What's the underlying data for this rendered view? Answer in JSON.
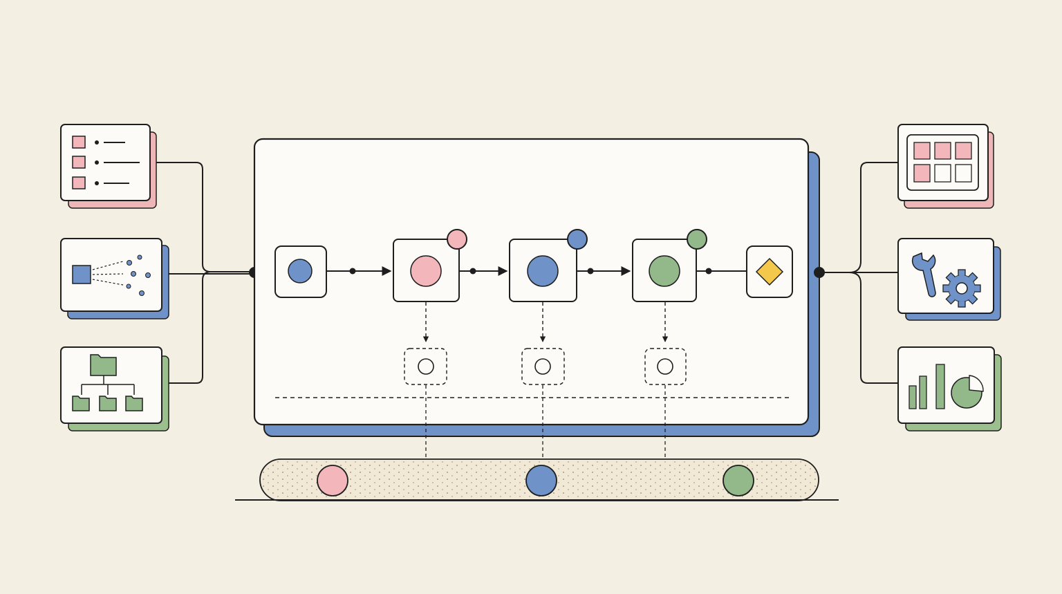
{
  "colors": {
    "background": "#f4efe3",
    "ink": "#1e1e1e",
    "card": "#fcfbf8",
    "pink": "#f2b6bb",
    "blue": "#6f92c9",
    "green": "#93b88a",
    "yellow": "#f3c84b",
    "pink_shadow": "#efb6b8",
    "blue_shadow": "#6f92c9",
    "green_shadow": "#9bc08e"
  },
  "inputs": [
    {
      "name": "checklist-icon",
      "shadow": "pink"
    },
    {
      "name": "data-scatter-icon",
      "shadow": "blue"
    },
    {
      "name": "folder-tree-icon",
      "shadow": "green"
    }
  ],
  "outputs": [
    {
      "name": "grid-table-icon",
      "shadow": "pink"
    },
    {
      "name": "wrench-gear-icon",
      "shadow": "blue"
    },
    {
      "name": "bar-pie-chart-icon",
      "shadow": "green"
    }
  ],
  "pipeline": {
    "start_node": {
      "dot": "blue"
    },
    "stages": [
      {
        "name": "stage-pink",
        "color": "pink",
        "badge": "pink"
      },
      {
        "name": "stage-blue",
        "color": "blue",
        "badge": "blue"
      },
      {
        "name": "stage-green",
        "color": "green",
        "badge": "green"
      }
    ],
    "end_node": {
      "shape": "diamond",
      "color": "yellow"
    }
  },
  "conveyor": {
    "tokens": [
      "pink",
      "blue",
      "green"
    ]
  }
}
